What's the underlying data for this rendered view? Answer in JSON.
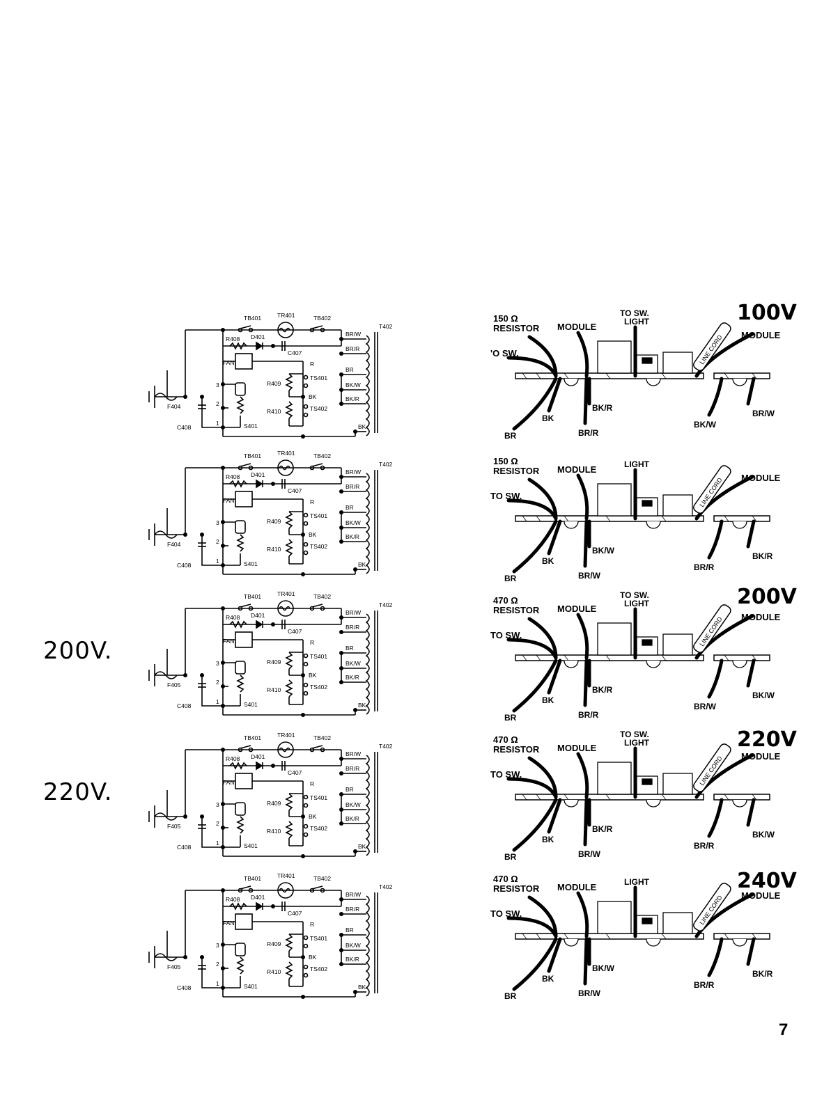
{
  "side_labels": [
    "200V.",
    "220V."
  ],
  "page_number": "7",
  "schematic": {
    "tb401": "TB401",
    "tb402": "TB402",
    "tr401": "TR401",
    "r408": "R408",
    "d401": "D401",
    "c407": "C407",
    "fan": "FAN",
    "r409": "R409",
    "r410": "R410",
    "ts401": "TS401",
    "ts402": "TS402",
    "s401": "S401",
    "c408": "C408",
    "t402": "T402",
    "r": "R",
    "bk": "BK",
    "brw": "BR/W",
    "brr": "BR/R",
    "br": "BR",
    "bkw": "BK/W",
    "bkr": "BK/R",
    "n1": "1",
    "n2": "2",
    "n3": "3"
  },
  "schematics": [
    {
      "fuse": "F404"
    },
    {
      "fuse": "F404"
    },
    {
      "fuse": "F405"
    },
    {
      "fuse": "F405"
    },
    {
      "fuse": "F405"
    }
  ],
  "wiring": [
    {
      "voltage": "100V",
      "resistor": "150 Ω",
      "resistor_word": "RESISTOR",
      "module_left": "MODULE",
      "module_right": "MODULE",
      "to_sw": "'O SW.",
      "switch_light_1": "TO SW.",
      "switch_light_2": "LIGHT",
      "line_cord": "LINE CORD",
      "wires": [
        "BR",
        "BK",
        "BK/R",
        "BR/R",
        "BK/W",
        "BR/W"
      ]
    },
    {
      "voltage": "",
      "resistor": "150 Ω",
      "resistor_word": "RESISTOR",
      "module_left": "MODULE",
      "module_right": "MODULE",
      "to_sw": "TO SW.",
      "switch_light_1": "",
      "switch_light_2": "LIGHT",
      "line_cord": "LINE CORD",
      "wires": [
        "BR",
        "BK",
        "BK/W",
        "BR/W",
        "BR/R",
        "BK/R"
      ]
    },
    {
      "voltage": "200V",
      "resistor": "470 Ω",
      "resistor_word": "RESISTOR",
      "module_left": "MODULE",
      "module_right": "MODULE",
      "to_sw": "TO SW.",
      "switch_light_1": "TO SW.",
      "switch_light_2": "LIGHT",
      "line_cord": "LINE CORD",
      "wires": [
        "BR",
        "BK",
        "BK/R",
        "BR/R",
        "BR/W",
        "BK/W"
      ]
    },
    {
      "voltage": "220V",
      "resistor": "470 Ω",
      "resistor_word": "RESISTOR",
      "module_left": "MODULE",
      "module_right": "MODULE",
      "to_sw": "TO SW.",
      "switch_light_1": "TO SW.",
      "switch_light_2": "LIGHT",
      "line_cord": "LINE CORD",
      "wires": [
        "BR",
        "BK",
        "BK/R",
        "BR/W",
        "BR/R",
        "BK/W"
      ]
    },
    {
      "voltage": "240V",
      "resistor": "470 Ω",
      "resistor_word": "RESISTOR",
      "module_left": "MODULE",
      "module_right": "MODULE",
      "to_sw": "TO SW.",
      "switch_light_1": "",
      "switch_light_2": "LIGHT",
      "line_cord": "LINE CORD",
      "wires": [
        "BR",
        "BK",
        "BK/W",
        "BR/W",
        "BR/R",
        "BK/R"
      ]
    }
  ]
}
